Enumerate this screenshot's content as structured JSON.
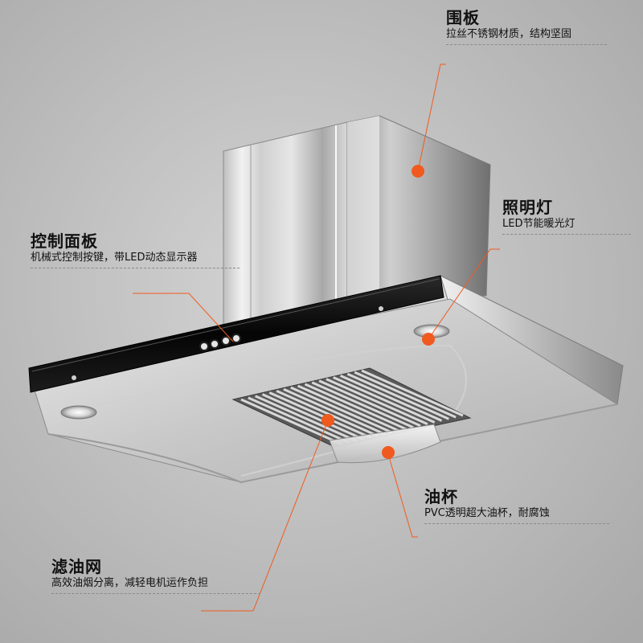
{
  "callouts": [
    {
      "id": "panel",
      "title": "围板",
      "desc": "拉丝不锈钢材质，结构坚固"
    },
    {
      "id": "light",
      "title": "照明灯",
      "desc": "LED节能暖光灯"
    },
    {
      "id": "control",
      "title": "控制面板",
      "desc": "机械式控制按键，带LED动态显示器"
    },
    {
      "id": "oilcup",
      "title": "油杯",
      "desc": "PVC透明超大油杯，耐腐蚀"
    },
    {
      "id": "filter",
      "title": "滤油网",
      "desc": "高效油烟分离，减轻电机运作负担"
    }
  ],
  "colors": {
    "background": "#bdbdbd",
    "accent": "#f05a1e",
    "glass_panel": "#0c0c0c",
    "steel_light": "#e8e8e8",
    "steel_dark": "#8e8e8e"
  }
}
